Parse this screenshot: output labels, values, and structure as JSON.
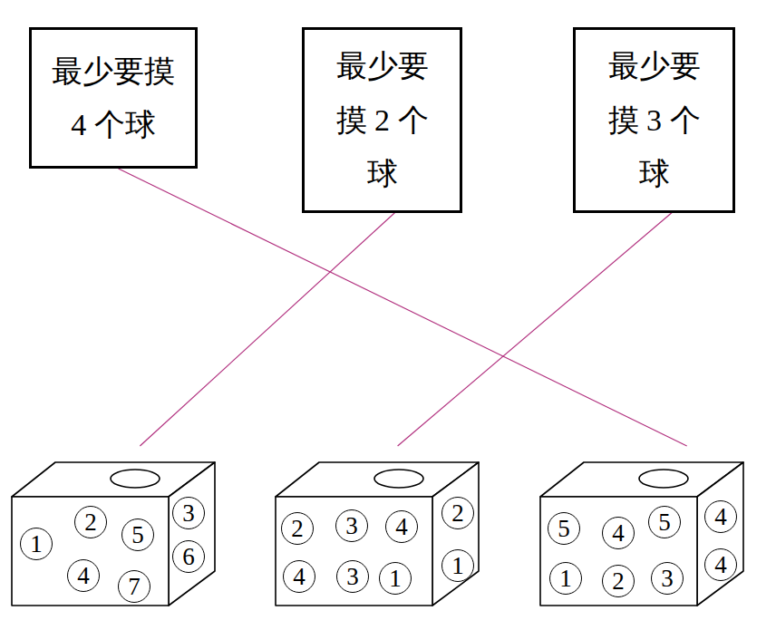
{
  "diagram": {
    "nodes": [
      {
        "text": [
          "最少要摸 4 个球"
        ]
      },
      {
        "text": [
          "最少要摸 2 个球"
        ]
      },
      {
        "text": [
          "最少要摸 3 个球"
        ]
      },
      {
        "text": []
      },
      {
        "text": [
          "1"
        ],
        "in": 3
      },
      {
        "text": [
          "2"
        ],
        "in": 3
      },
      {
        "text": [
          "5"
        ],
        "in": 3
      },
      {
        "text": [
          "4"
        ],
        "in": 3
      },
      {
        "text": [
          "7"
        ],
        "in": 3
      },
      {
        "text": [
          "3"
        ],
        "in": 3
      },
      {
        "text": [
          "6"
        ],
        "in": 3
      },
      {
        "text": []
      },
      {
        "text": [
          "2"
        ],
        "in": 11
      },
      {
        "text": [
          "3"
        ],
        "in": 11
      },
      {
        "text": [
          "4"
        ],
        "in": 11
      },
      {
        "text": [
          "4"
        ],
        "in": 11
      },
      {
        "text": [
          "3"
        ],
        "in": 11
      },
      {
        "text": [
          "1"
        ],
        "in": 11
      },
      {
        "text": [
          "2"
        ],
        "in": 11
      },
      {
        "text": [
          "1"
        ],
        "in": 11
      },
      {
        "text": []
      },
      {
        "text": [
          "5"
        ],
        "in": 20
      },
      {
        "text": [
          "4"
        ],
        "in": 20
      },
      {
        "text": [
          "5"
        ],
        "in": 20
      },
      {
        "text": [
          "1"
        ],
        "in": 20
      },
      {
        "text": [
          "2"
        ],
        "in": 20
      },
      {
        "text": [
          "3"
        ],
        "in": 20
      },
      {
        "text": [
          "4"
        ],
        "in": 20
      },
      {
        "text": [
          "4"
        ],
        "in": 20
      }
    ],
    "edges": [
      {
        "from": 0,
        "to": 20,
        "arrow": "none"
      },
      {
        "from": 1,
        "to": 3,
        "arrow": "none"
      },
      {
        "from": 2,
        "to": 11,
        "arrow": "none"
      }
    ]
  }
}
